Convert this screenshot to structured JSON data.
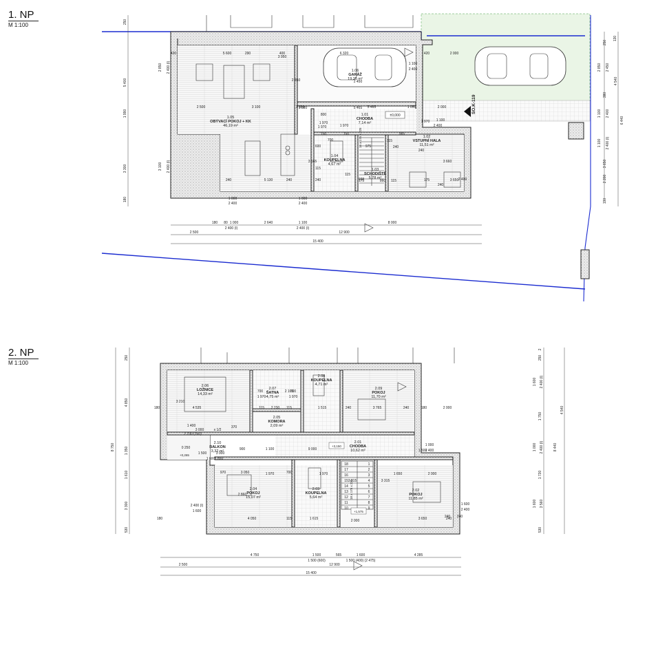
{
  "floors": [
    {
      "id": "np1",
      "title": "1. NP",
      "scale": "M 1:100",
      "rooms": [
        {
          "num": "1.05",
          "name": "OBÝVACÍ POKOJ + KK",
          "area": "46,19 m²"
        },
        {
          "num": "1.06",
          "name": "GARÁŽ",
          "area": "19,25 m²"
        },
        {
          "num": "1.01",
          "name": "CHODBA",
          "area": "7,14 m²"
        },
        {
          "num": "1.04",
          "name": "KOUPELNA",
          "area": "4,67 m²"
        },
        {
          "num": "1.03",
          "name": "SCHODIŠTĚ",
          "area": "5,78 m²"
        },
        {
          "num": "1.02",
          "name": "VSTUPNÍ HALA",
          "area": "11,51 m²"
        }
      ],
      "section_label": "SO.K-119",
      "level": "±0,000",
      "dims_top": [
        "420",
        "5 600",
        "290",
        "400",
        "6 320",
        "420",
        "2 000"
      ],
      "dims_mid": [
        "2 500",
        "3 100",
        "1 380",
        "5 465",
        "1 050",
        "2 000"
      ],
      "dims_bottom_row1": [
        "180",
        "80",
        "1 000",
        "2 640",
        "1 100",
        "8 000"
      ],
      "dims_bottom_row1b": [
        "2 400 (I)",
        "2 400 (I)"
      ],
      "dims_bottom_row2": [
        "2 500",
        "12 900"
      ],
      "dims_total": "15 400",
      "dims_left": [
        "250",
        "5 400",
        "1 990",
        "3 300",
        "180"
      ],
      "dims_left_inner": [
        "2 850",
        "2 400 (I)",
        "3 100",
        "2 400 (I)"
      ],
      "dims_right": [
        "250",
        "130",
        "2 850",
        "2 450",
        "4 540",
        "380",
        "1 100",
        "2 400",
        "6 440",
        "1 100",
        "2 400 (I)",
        "3 650",
        "2 200",
        "190"
      ],
      "misc_labels": [
        "1 000",
        "2 400",
        "1 000",
        "2 400",
        "1 970",
        "800",
        "1 970",
        "700",
        "1 970",
        "600",
        "1 100",
        "1 970",
        "2 400",
        "3 165",
        "3 660",
        "5 130",
        "240",
        "240",
        "240",
        "3 650",
        "175",
        "175",
        "115",
        "115",
        "150",
        "150",
        "115",
        "965",
        "975",
        "938",
        "860",
        "115",
        "240",
        "240",
        "240",
        "2 400",
        "3 950",
        "2 850",
        "2 450",
        "1 100",
        "2 400",
        "1 380",
        "5 465"
      ]
    },
    {
      "id": "np2",
      "title": "2. NP",
      "scale": "M 1:100",
      "rooms": [
        {
          "num": "2.06",
          "name": "LOŽNICE",
          "area": "14,33 m²"
        },
        {
          "num": "2.07",
          "name": "ŠATNA",
          "area": "4,75 m²"
        },
        {
          "num": "2.08",
          "name": "KOUPELNA",
          "area": "4,71 m²"
        },
        {
          "num": "2.09",
          "name": "POKOJ",
          "area": "11,70 m²"
        },
        {
          "num": "2.05",
          "name": "KOMORA",
          "area": "2,09 m²"
        },
        {
          "num": "2.10",
          "name": "BALKON",
          "area": "3,32 m²"
        },
        {
          "num": "2.01",
          "name": "CHODBA",
          "area": "10,62 m²"
        },
        {
          "num": "2.04",
          "name": "POKOJ",
          "area": "15,07 m²"
        },
        {
          "num": "2.03",
          "name": "KOUPELNA",
          "area": "5,64 m²"
        },
        {
          "num": "2.02",
          "name": "POKOJ",
          "area": "11,85 m²"
        }
      ],
      "level": "+3,150",
      "level2": "+1,575",
      "level3": "+0,265",
      "dims_bottom_row1": [
        "4 750",
        "1 500",
        "565",
        "1 600",
        "4 285"
      ],
      "dims_bottom_row1b": [
        "1 500 (600)",
        "1 500 (400) (2 475)"
      ],
      "dims_bottom_row2": [
        "2 500",
        "12 900"
      ],
      "dims_total": "15 400",
      "dims_left": [
        "250",
        "4 850",
        "1 350",
        "1 610",
        "3 300",
        "530"
      ],
      "dims_left_outer": "8 750",
      "dims_right": [
        "2",
        "250",
        "1 600",
        "2 400 (I)",
        "1 750",
        "1 000",
        "2 400 (I)",
        "1 730",
        "1 600",
        "3 560",
        "4 540",
        "8 440",
        "530"
      ],
      "misc_labels": [
        "180",
        "4 535",
        "3 210",
        "700",
        "1 970",
        "700",
        "1 970",
        "2 165",
        "115",
        "2 230",
        "115",
        "1 515",
        "240",
        "3 765",
        "240",
        "180",
        "2 000",
        "3 000",
        "2 230 (150)",
        "370",
        "900",
        "1 850",
        "1 100",
        "9 000",
        "1 000",
        "2 400",
        "1 500",
        "1 600",
        "970",
        "3 050",
        "1 970",
        "700",
        "1 970",
        "3 315",
        "3 315",
        "1 650",
        "2 000",
        "2 860",
        "4 050",
        "115",
        "1 615",
        "2 000",
        "3 650",
        "240",
        "180",
        "240",
        "1 600",
        "2 400 (I)",
        "1 600",
        "2 400",
        "3 000",
        "1 500",
        "0 250",
        "240",
        "1 400",
        "x 1/2"
      ]
    }
  ],
  "stairs_np2": [
    "18",
    "17",
    "16",
    "15",
    "14",
    "13",
    "12",
    "11",
    "10",
    "1",
    "2",
    "3",
    "4",
    "5",
    "6",
    "7",
    "8",
    "9"
  ],
  "stairs_label": "18 x 175 x 225",
  "stairs_label_np1": "16 x 175 x 225"
}
